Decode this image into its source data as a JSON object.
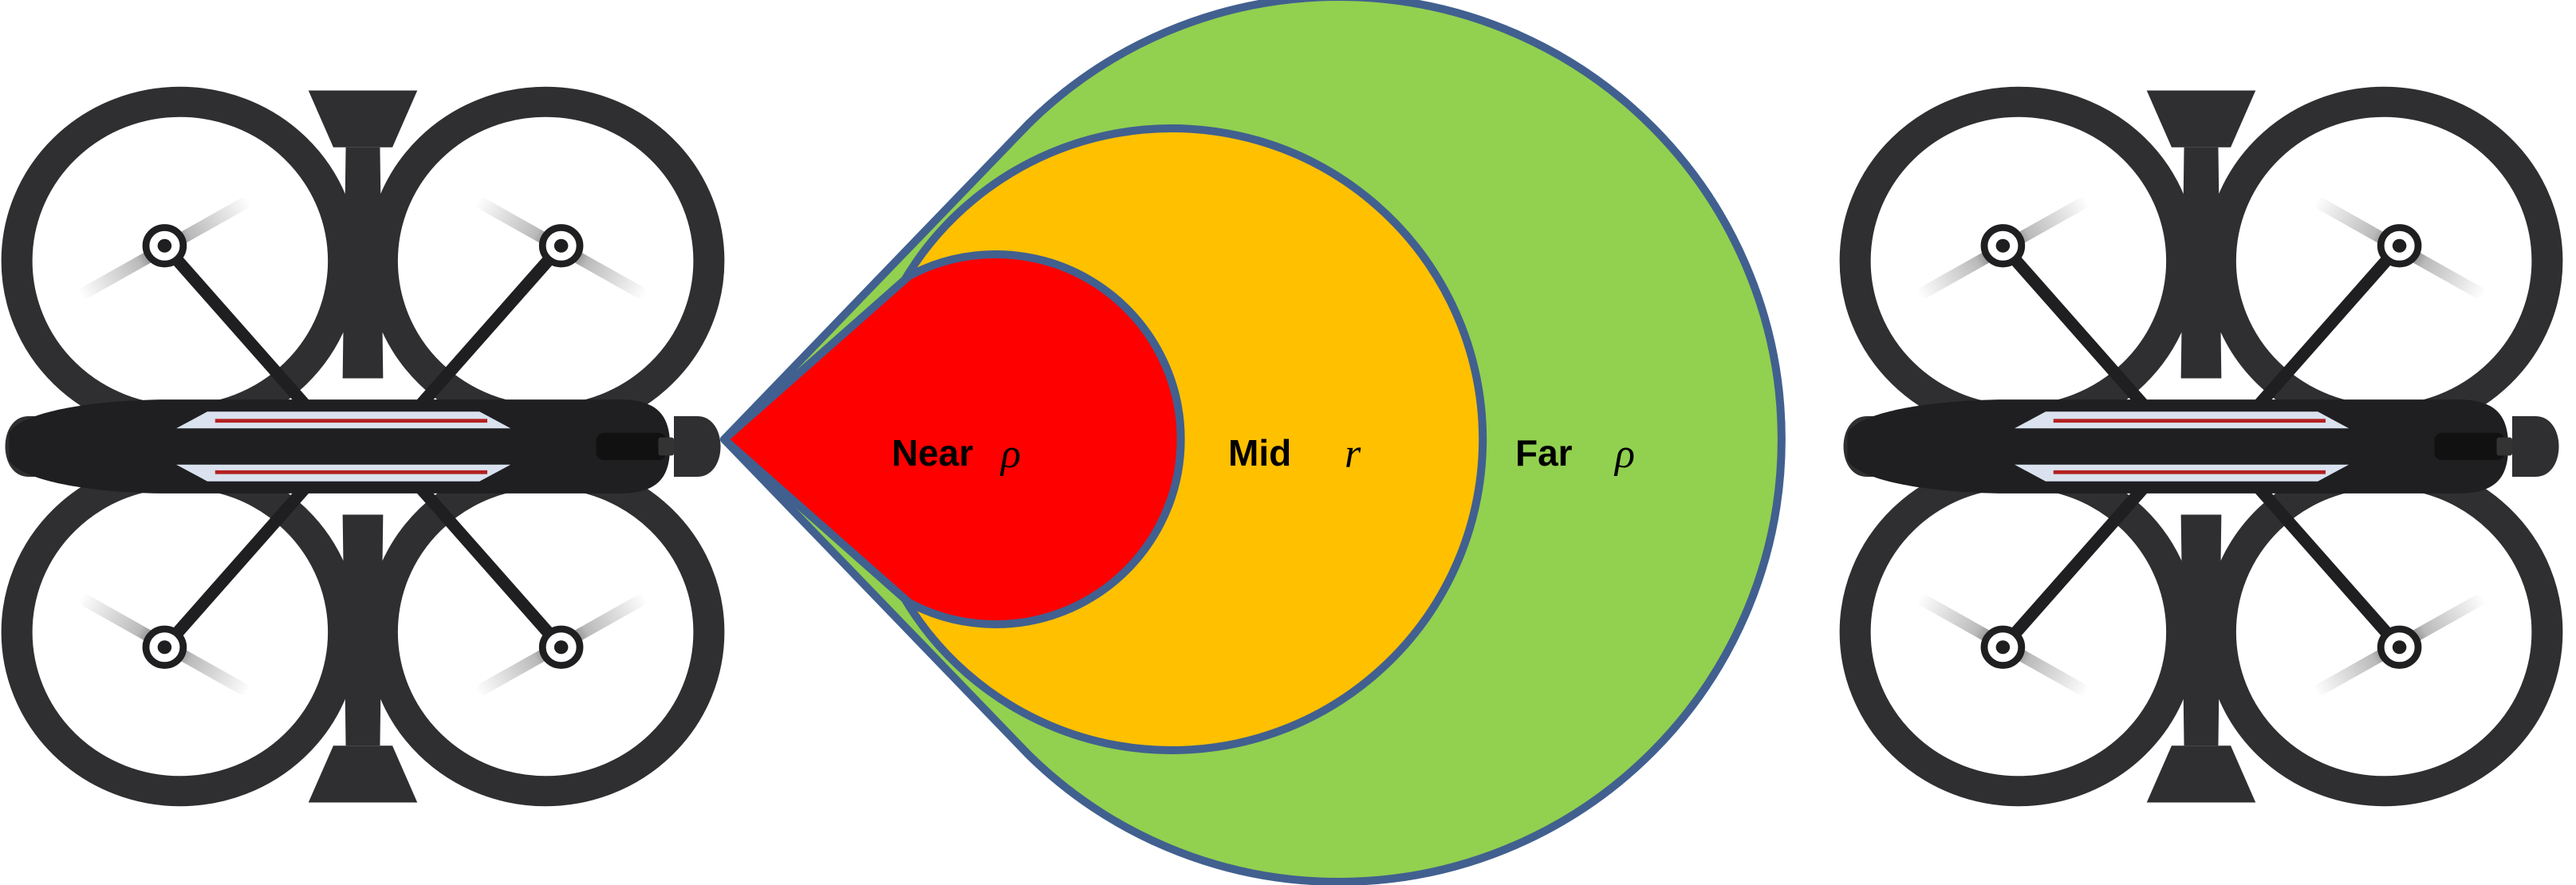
{
  "zones": [
    {
      "id": "far",
      "label": "Far",
      "symbol": "ρ",
      "color": "#92d050"
    },
    {
      "id": "mid",
      "label": "Mid",
      "symbol": "r",
      "color": "#ffc000"
    },
    {
      "id": "near",
      "label": "Near",
      "symbol": "ρ",
      "color": "#ff0000"
    }
  ],
  "zone_outline_color": "#41608f",
  "drone": {
    "frame_color": "#2f2f31",
    "body_color": "#1f1f21",
    "stripe_color": "#d9e2ee",
    "accent_color": "#b32020"
  }
}
